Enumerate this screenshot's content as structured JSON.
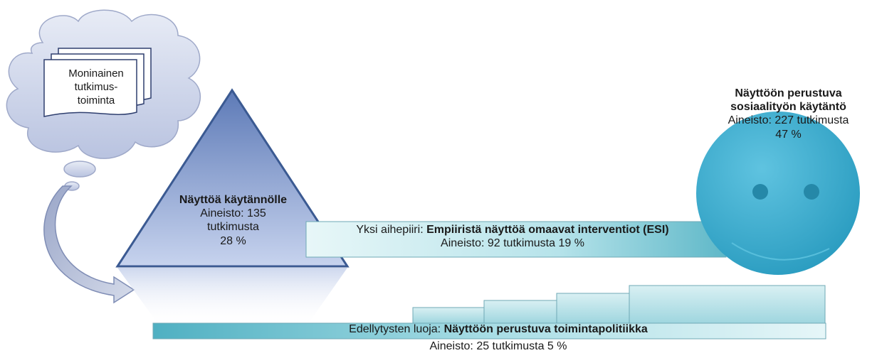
{
  "cloud_doc": {
    "text_lines": [
      "Moninainen",
      "tutkimus-",
      "toiminta"
    ]
  },
  "triangle": {
    "title": "Näyttöä käytännölle",
    "line2": "Aineisto: 135",
    "line3": "tutkimusta",
    "percent": "28 %"
  },
  "esi_bar": {
    "prefix": "Yksi aihepiiri: ",
    "title": "Empiiristä näyttöä omaavat interventiot (ESI)",
    "subtitle": "Aineisto: 92 tutkimusta 19 %"
  },
  "policy_bar": {
    "prefix": "Edellytysten luoja: ",
    "title": "Näyttöön perustuva toimintapolitiikka",
    "subtitle": "Aineisto: 25 tutkimusta 5 %"
  },
  "circle": {
    "title_line1": "Näyttöön perustuva",
    "title_line2": "sosiaalityön käytäntö",
    "line3": "Aineisto: 227 tutkimusta",
    "percent": "47 %"
  },
  "colors": {
    "teal_light": "#c9ecef",
    "teal_dark": "#4fb0c2",
    "circle": "#3aaed0",
    "triangle": "#8fa8d6",
    "triangle_edge": "#3b5a92"
  }
}
